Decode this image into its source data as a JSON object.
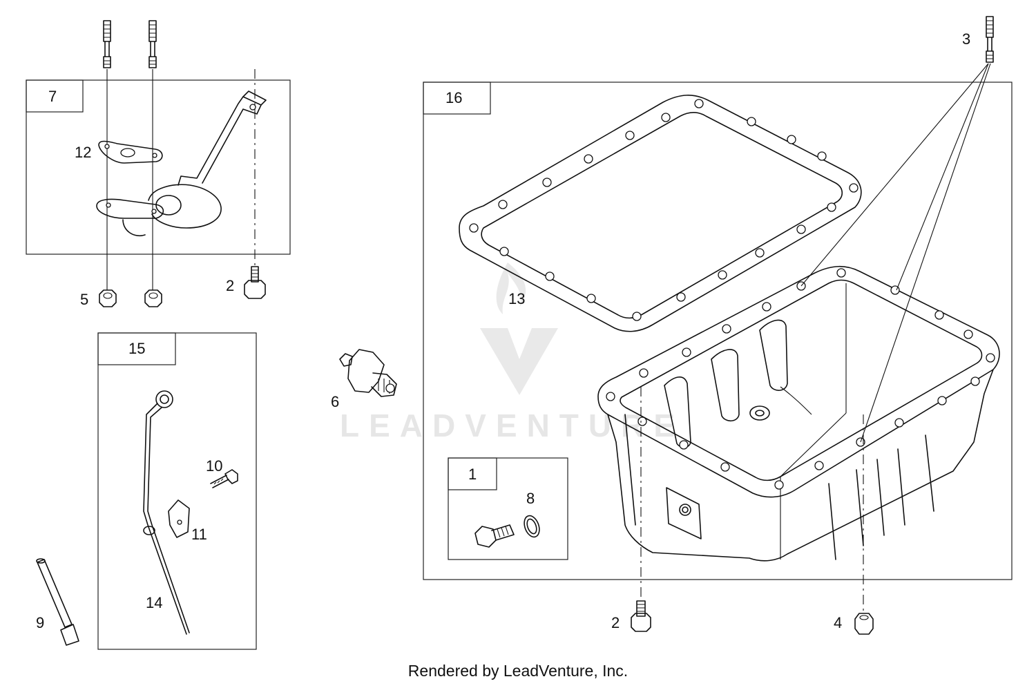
{
  "diagram": {
    "footer": "Rendered by LeadVenture, Inc.",
    "watermark": "LEADVENTURE",
    "groups": [
      {
        "id": "7",
        "label": "7"
      },
      {
        "id": "15",
        "label": "15"
      },
      {
        "id": "16",
        "label": "16"
      },
      {
        "id": "1",
        "label": "1"
      }
    ],
    "callouts": {
      "c1": "1",
      "c2a": "2",
      "c2b": "2",
      "c3": "3",
      "c4": "4",
      "c5": "5",
      "c6": "6",
      "c7": "7",
      "c8": "8",
      "c9": "9",
      "c10": "10",
      "c11": "11",
      "c12": "12",
      "c13": "13",
      "c14": "14",
      "c15": "15",
      "c16": "16"
    }
  }
}
